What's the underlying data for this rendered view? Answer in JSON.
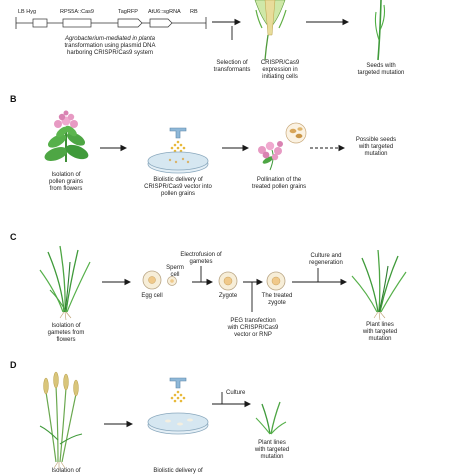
{
  "panels": {
    "b": "B",
    "c": "C",
    "d": "D"
  },
  "panel_a": {
    "construct_lb_hyg": "LB Hyg",
    "construct_cas9": "RPS5A::Cas9",
    "construct_tagrfp": "TagRFP",
    "construct_sgrna": "AtU6::sgRNA",
    "construct_rb": "RB",
    "method_caption_italic": "Agrobacterium-mediated in planta",
    "method_caption_rest": "transformation using plasmid DNA\nharboring CRISPR/Cas9 system",
    "selection_label": "Selection of\ntransformants",
    "expression_label": "CRISPR/Cas9\nexpression in\ninitiating cells",
    "seeds_label": "Seeds with\ntargeted mutation"
  },
  "panel_b": {
    "isolation_label": "Isolation of\npollen grains\nfrom flowers",
    "biolistic_label": "Biolistic delivery of\nCRISPR/Cas9 vector into\npollen grains",
    "pollination_label": "Pollination of the\ntreated pollen grains",
    "possible_seeds_label": "Possible seeds\nwith targeted\nmutation"
  },
  "panel_c": {
    "electrofusion_label": "Electrofusion of\ngametes",
    "sperm_label": "Sperm\ncell",
    "egg_label": "Egg cell",
    "zygote_label": "Zygote",
    "treated_zygote_label": "The treated\nzygote",
    "culture_regen_label": "Culture and\nregeneration",
    "isolation_label": "Isolation of\ngametes from\nflowers",
    "peg_label": "PEG transfection\nwith CRISPR/Cas9\nvector or RNP",
    "plant_lines_label": "Plant lines\nwith targeted\nmutation"
  },
  "panel_d": {
    "culture_label": "Culture",
    "plant_lines_label": "Plant lines\nwith targeted\nmutation",
    "isolation_partial": "Isolation of",
    "biolistic_partial": "Biolistic delivery of"
  },
  "colors": {
    "arrow": "#1a1a1a",
    "leaf": "#3f9a3a",
    "dark_leaf": "#2e7d32",
    "flower_pink": "#e79ac3",
    "dish": "#cfe3ef",
    "gold": "#e8b93a",
    "gun_blue": "#8fb8d8"
  }
}
